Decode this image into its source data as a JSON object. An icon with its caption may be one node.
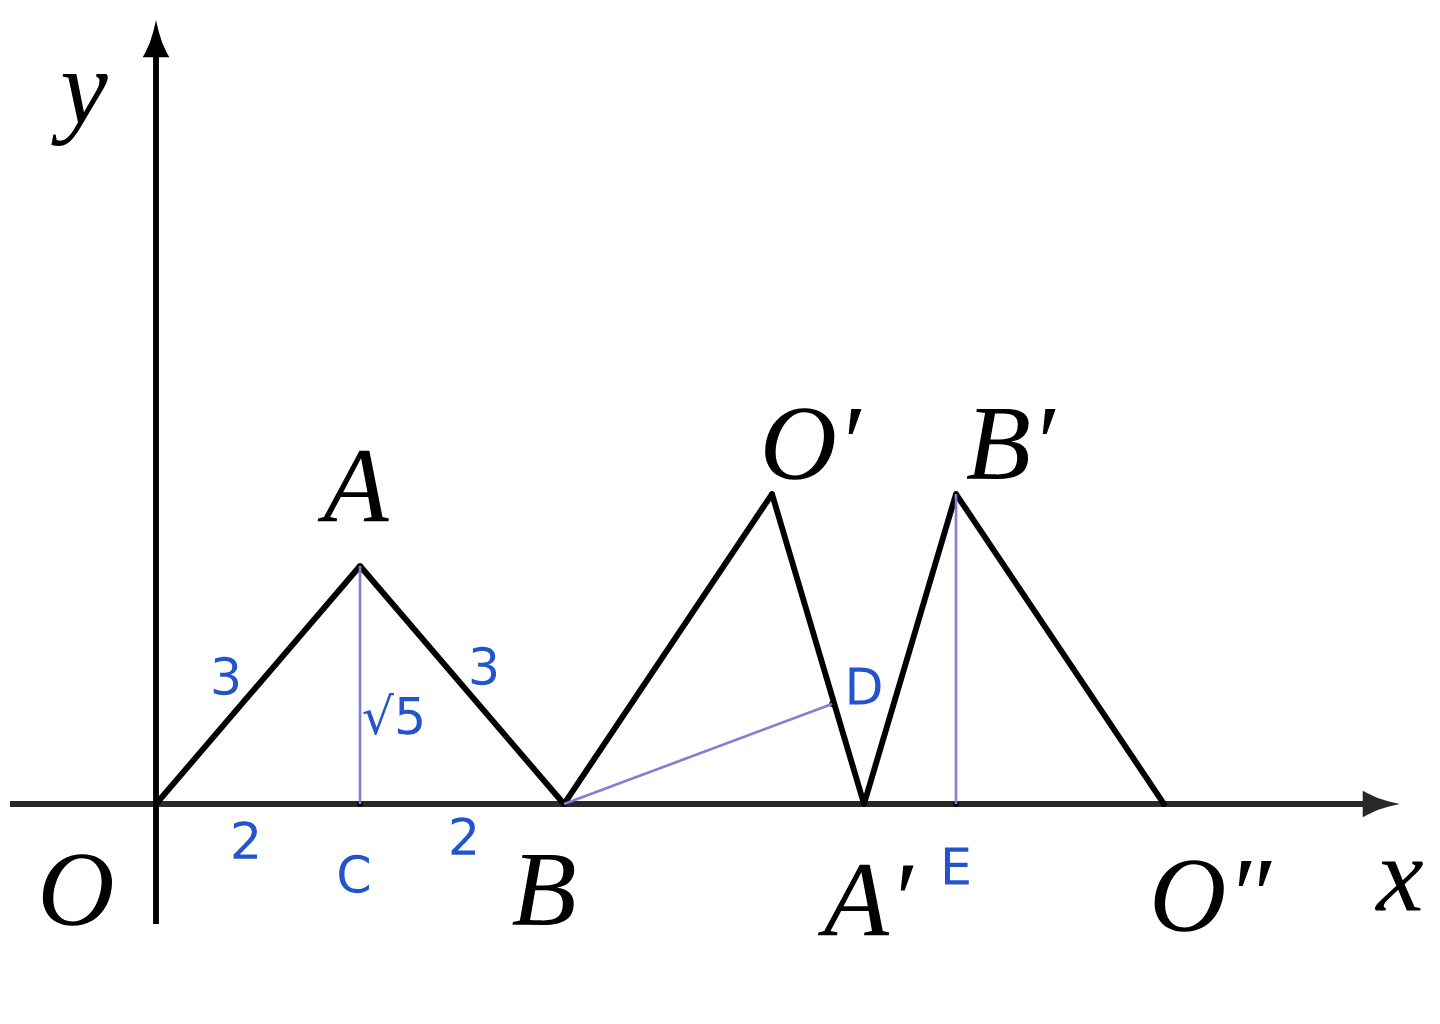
{
  "diagram": {
    "nodes": [
      {
        "text": [
          "O"
        ]
      },
      {
        "text": [
          "A"
        ]
      },
      {
        "text": [
          "C"
        ]
      },
      {
        "text": [
          "B"
        ]
      },
      {
        "text": [
          "O′"
        ]
      },
      {
        "text": [
          "D"
        ]
      },
      {
        "text": [
          "A′"
        ]
      },
      {
        "text": [
          "B′"
        ]
      },
      {
        "text": [
          "E"
        ]
      },
      {
        "text": [
          "O″"
        ]
      }
    ],
    "edges": [
      {
        "from": 0,
        "to": 1,
        "arrow": "none",
        "label": "3"
      },
      {
        "from": 1,
        "to": 3,
        "arrow": "none",
        "label": "3"
      },
      {
        "from": 3,
        "to": 4,
        "arrow": "none"
      },
      {
        "from": 4,
        "to": 6,
        "arrow": "none"
      },
      {
        "from": 6,
        "to": 7,
        "arrow": "none"
      },
      {
        "from": 7,
        "to": 9,
        "arrow": "none"
      },
      {
        "from": 1,
        "to": 2,
        "arrow": "none",
        "label": "√5",
        "color": "#8080d8"
      },
      {
        "from": 3,
        "to": 5,
        "arrow": "none",
        "color": "#8080d8"
      },
      {
        "from": 7,
        "to": 8,
        "arrow": "none",
        "color": "#8080d8"
      }
    ],
    "labels": [
      "y",
      "x",
      "2",
      "2"
    ]
  }
}
